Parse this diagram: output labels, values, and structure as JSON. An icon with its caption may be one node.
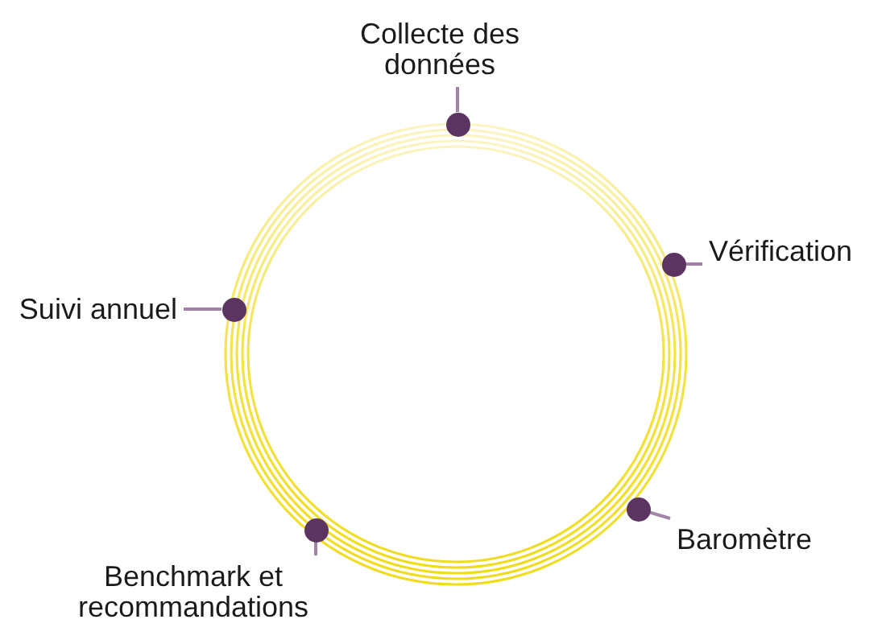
{
  "diagram": {
    "nodes": [
      {
        "text": [
          "Collecte des données"
        ]
      },
      {
        "text": [
          "Vérification"
        ]
      },
      {
        "text": [
          "Baromètre"
        ]
      },
      {
        "text": [
          "Benchmark et recommandations"
        ]
      },
      {
        "text": [
          "Suivi annuel"
        ]
      },
      {
        "text": [],
        "shape": "circle"
      },
      {
        "text": [],
        "shape": "circle"
      },
      {
        "text": [],
        "shape": "circle"
      },
      {
        "text": [],
        "shape": "circle"
      },
      {
        "text": [],
        "shape": "circle"
      }
    ],
    "edges": [
      {
        "from": 0,
        "to": 5,
        "arrow": "none"
      },
      {
        "from": 1,
        "to": 6,
        "arrow": "none"
      },
      {
        "from": 2,
        "to": 7,
        "arrow": "none"
      },
      {
        "from": 3,
        "to": 8,
        "arrow": "none"
      },
      {
        "from": 4,
        "to": 9,
        "arrow": "none"
      }
    ]
  }
}
